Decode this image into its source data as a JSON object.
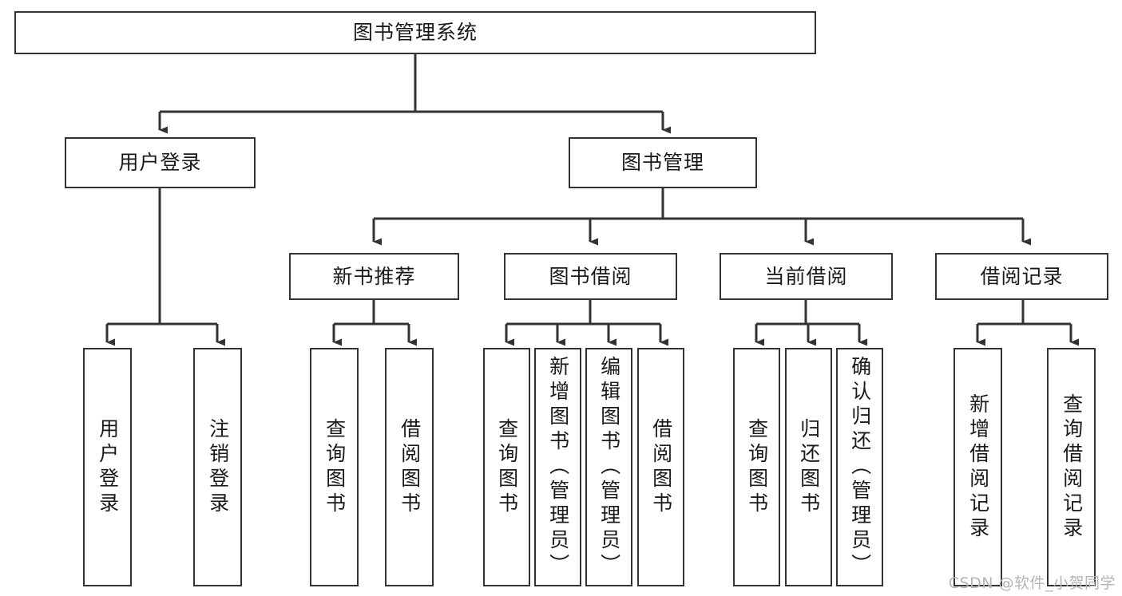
{
  "diagram": {
    "kind": "functional-structure-tree",
    "title_node": {
      "label": "图书管理系统"
    },
    "level2": [
      {
        "id": "user-login",
        "label": "用户登录"
      },
      {
        "id": "book-manage",
        "label": "图书管理"
      }
    ],
    "level3": [
      {
        "id": "new-book-recommend",
        "label": "新书推荐"
      },
      {
        "id": "book-borrow",
        "label": "图书借阅"
      },
      {
        "id": "current-borrow",
        "label": "当前借阅"
      },
      {
        "id": "borrow-record",
        "label": "借阅记录"
      }
    ],
    "leaves": [
      {
        "id": "leaf-user-login",
        "label": "用户登录",
        "parent": "user-login"
      },
      {
        "id": "leaf-logout-login",
        "label": "注销登录",
        "parent": "user-login"
      },
      {
        "id": "leaf-query-book-1",
        "label": "查询图书",
        "parent": "new-book-recommend"
      },
      {
        "id": "leaf-borrow-book-1",
        "label": "借阅图书",
        "parent": "new-book-recommend"
      },
      {
        "id": "leaf-query-book-2",
        "label": "查询图书",
        "parent": "book-borrow"
      },
      {
        "id": "leaf-add-book-admin",
        "label": "新增图书（管理员）",
        "parent": "book-borrow"
      },
      {
        "id": "leaf-edit-book-admin",
        "label": "编辑图书（管理员）",
        "parent": "book-borrow"
      },
      {
        "id": "leaf-borrow-book-2",
        "label": "借阅图书",
        "parent": "book-borrow"
      },
      {
        "id": "leaf-query-book-3",
        "label": "查询图书",
        "parent": "current-borrow"
      },
      {
        "id": "leaf-return-book",
        "label": "归还图书",
        "parent": "current-borrow"
      },
      {
        "id": "leaf-confirm-return-admin",
        "label": "确认归还（管理员）",
        "parent": "current-borrow"
      },
      {
        "id": "leaf-add-borrow-record",
        "label": "新增借阅记录",
        "parent": "borrow-record"
      },
      {
        "id": "leaf-query-borrow-record",
        "label": "查询借阅记录",
        "parent": "borrow-record"
      }
    ],
    "watermark": "CSDN @软件_小贺同学",
    "colors": {
      "border": "#333333",
      "text": "#1a1a1a",
      "background": "#ffffff",
      "connector": "#333333",
      "watermark": "#b5b5b5"
    }
  }
}
